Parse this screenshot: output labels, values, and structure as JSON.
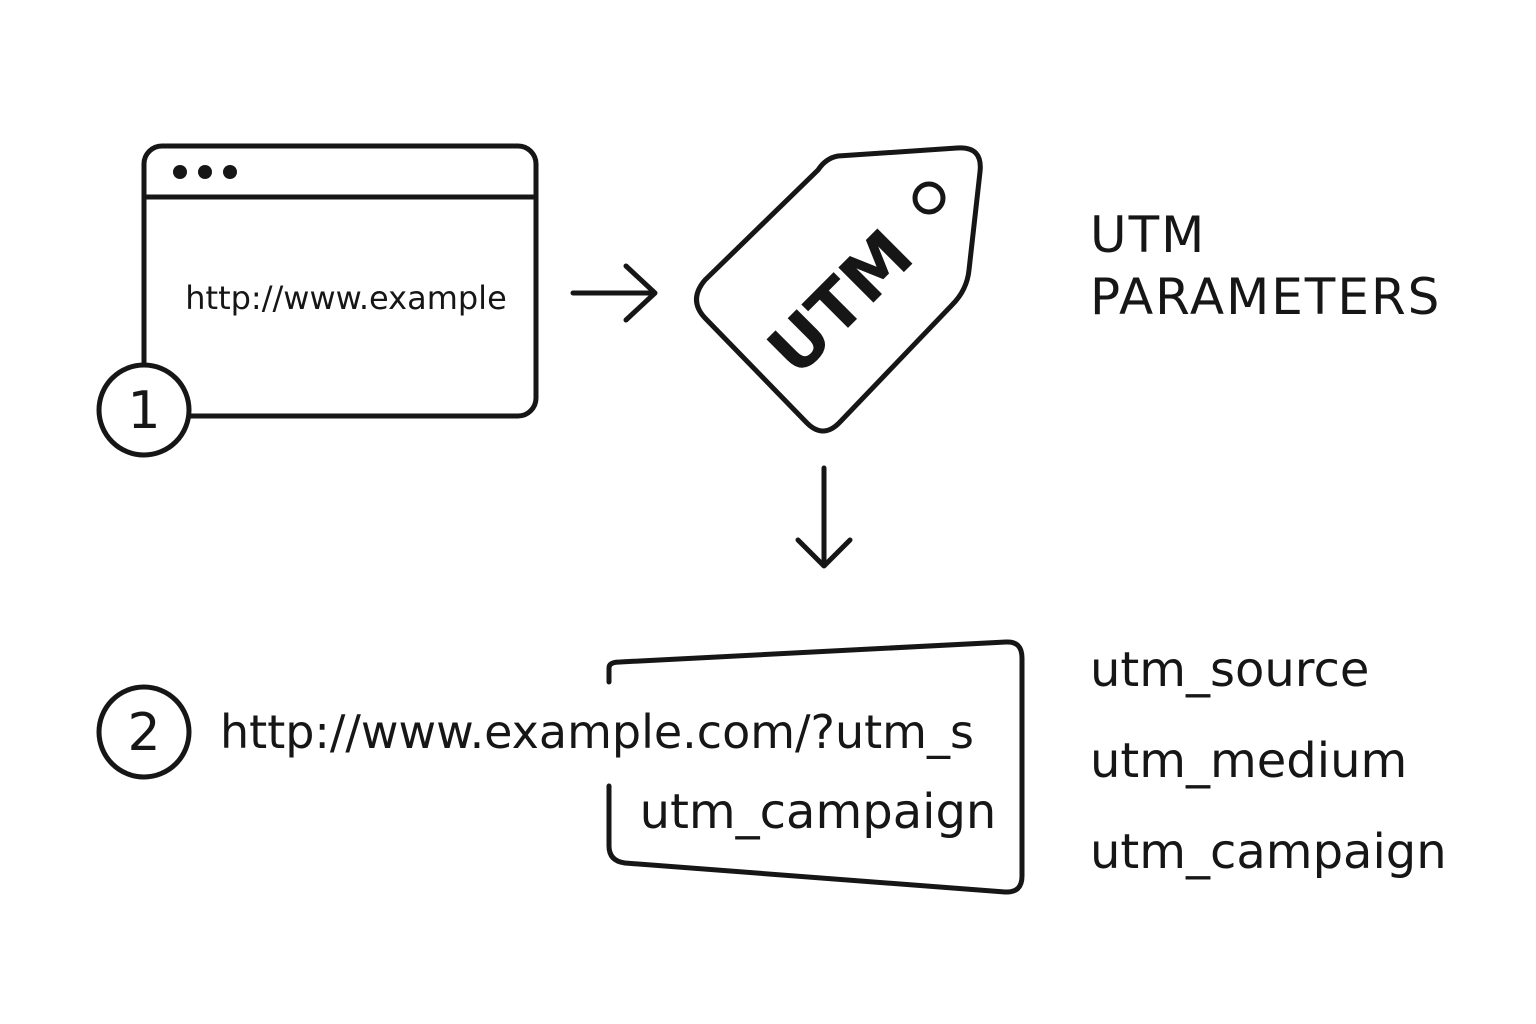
{
  "step1": {
    "badge": "1",
    "url_text": "http://www.example"
  },
  "tag": {
    "label": "UTM"
  },
  "heading": {
    "line1": "UTM",
    "line2": "PARAMETERS"
  },
  "step2": {
    "badge": "2",
    "url_text": "http://www.example.com/?utm_s",
    "box_text": "utm_campaign"
  },
  "parameters": [
    "utm_source",
    "utm_medium",
    "utm_campaign"
  ],
  "colors": {
    "ink": "#161616",
    "background": "#ffffff"
  }
}
